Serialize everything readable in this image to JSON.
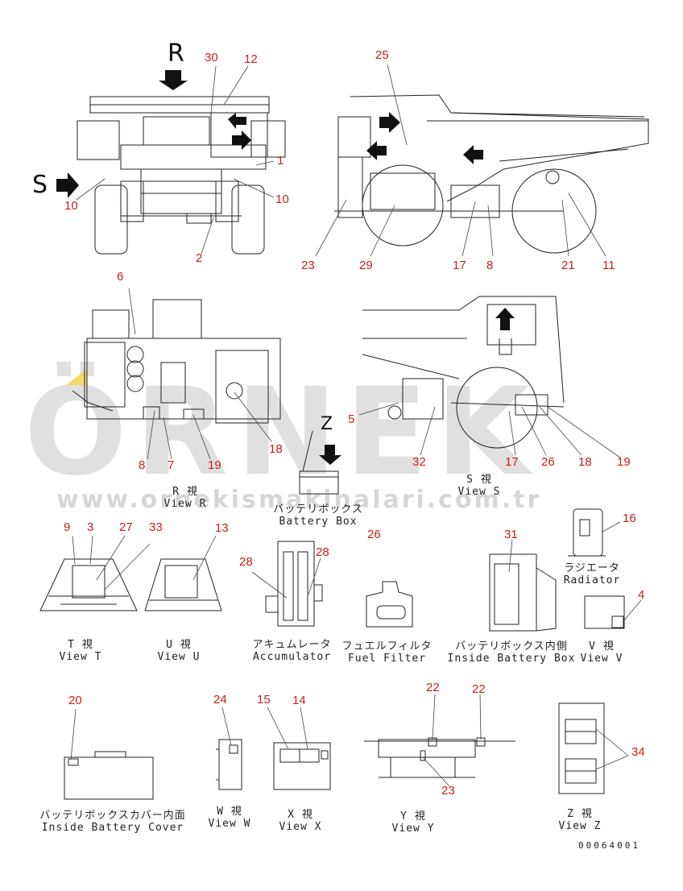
{
  "letters": {
    "r": "R",
    "s": "S",
    "z": "Z"
  },
  "watermark": {
    "logo": "ÖRNEK",
    "url": "www.ornekismakinalari.com.tr"
  },
  "views": [
    {
      "jp": "R 視",
      "en": "View R"
    },
    {
      "jp": "S 視",
      "en": "View S"
    },
    {
      "jp": "バッテリボックス",
      "en": "Battery Box"
    },
    {
      "jp": "ラジエータ",
      "en": "Radiator"
    },
    {
      "jp": "T 視",
      "en": "View T"
    },
    {
      "jp": "U 視",
      "en": "View U"
    },
    {
      "jp": "アキュムレータ",
      "en": "Accumulator"
    },
    {
      "jp": "フュエルフィルタ",
      "en": "Fuel Filter"
    },
    {
      "jp": "バッテリボックス内側",
      "en": "Inside Battery Box"
    },
    {
      "jp": "V 視",
      "en": "View V"
    },
    {
      "jp": "バッテリボックスカバー内面",
      "en": "Inside Battery Cover"
    },
    {
      "jp": "W 視",
      "en": "View W"
    },
    {
      "jp": "X 視",
      "en": "View X"
    },
    {
      "jp": "Y 視",
      "en": "View Y"
    },
    {
      "jp": "Z 視",
      "en": "View Z"
    }
  ],
  "callouts": [
    "30",
    "12",
    "1",
    "10",
    "10",
    "2",
    "25",
    "23",
    "29",
    "17",
    "8",
    "21",
    "11",
    "6",
    "8",
    "7",
    "19",
    "18",
    "5",
    "32",
    "17",
    "26",
    "18",
    "19",
    "16",
    "9",
    "3",
    "27",
    "33",
    "13",
    "28",
    "28",
    "26",
    "31",
    "4",
    "20",
    "24",
    "15",
    "14",
    "22",
    "22",
    "23",
    "34"
  ],
  "drawing_number": "00064001",
  "colors": {
    "callout": "#c81e1e",
    "line": "#222222",
    "watermark": "#cfcfcf",
    "watermark_accent": "#f2d24a"
  }
}
